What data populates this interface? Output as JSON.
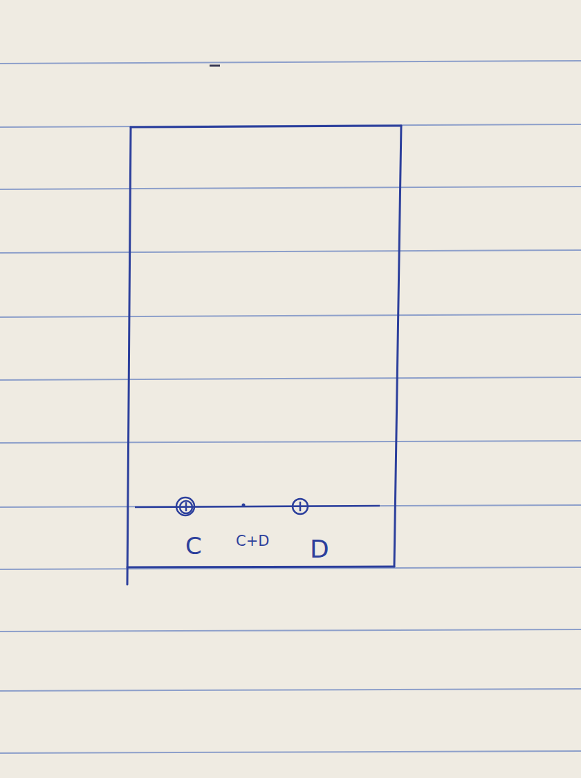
{
  "diagram": {
    "labels": [
      "C",
      "C+D",
      "D"
    ]
  }
}
